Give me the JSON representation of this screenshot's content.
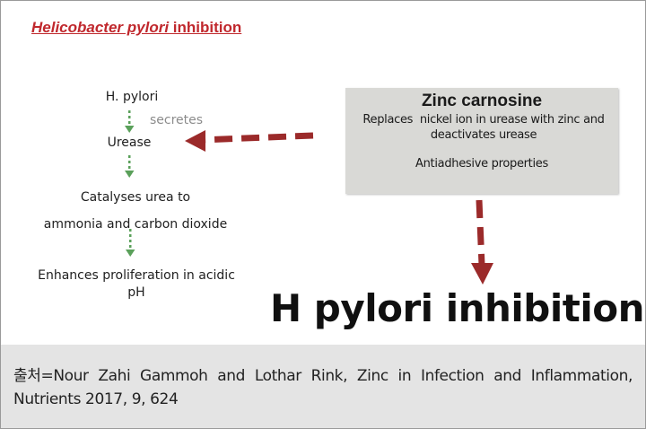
{
  "title": {
    "italic": "Helicobacter pylori",
    "rest": " inhibition"
  },
  "pathway": {
    "h_pylori": "H. pylori",
    "secretes": "secretes",
    "urease": "Urease",
    "catalyses_line1": "Catalyses urea to",
    "catalyses_line2": "ammonia and carbon dioxide",
    "enhances_line1": "Enhances proliferation in acidic",
    "enhances_line2": "pH"
  },
  "zinc_box": {
    "title": "Zinc carnosine",
    "desc_line1": "Replaces  nickel ion in urease with zinc and",
    "desc_line2": "deactivates urease",
    "property": "Antiadhesive properties"
  },
  "result": "H pylori inhibition",
  "caption": "출처=Nour Zahi Gammoh and Lothar Rink, Zinc in Infection and Inflammation, Nutrients 2017, 9, 624",
  "colors": {
    "title_red": "#c0282d",
    "arrow_red": "#9b2a2a",
    "dot_green": "#5aa05a",
    "box_gray": "#d9d9d6",
    "caption_bg": "#e4e4e4"
  }
}
